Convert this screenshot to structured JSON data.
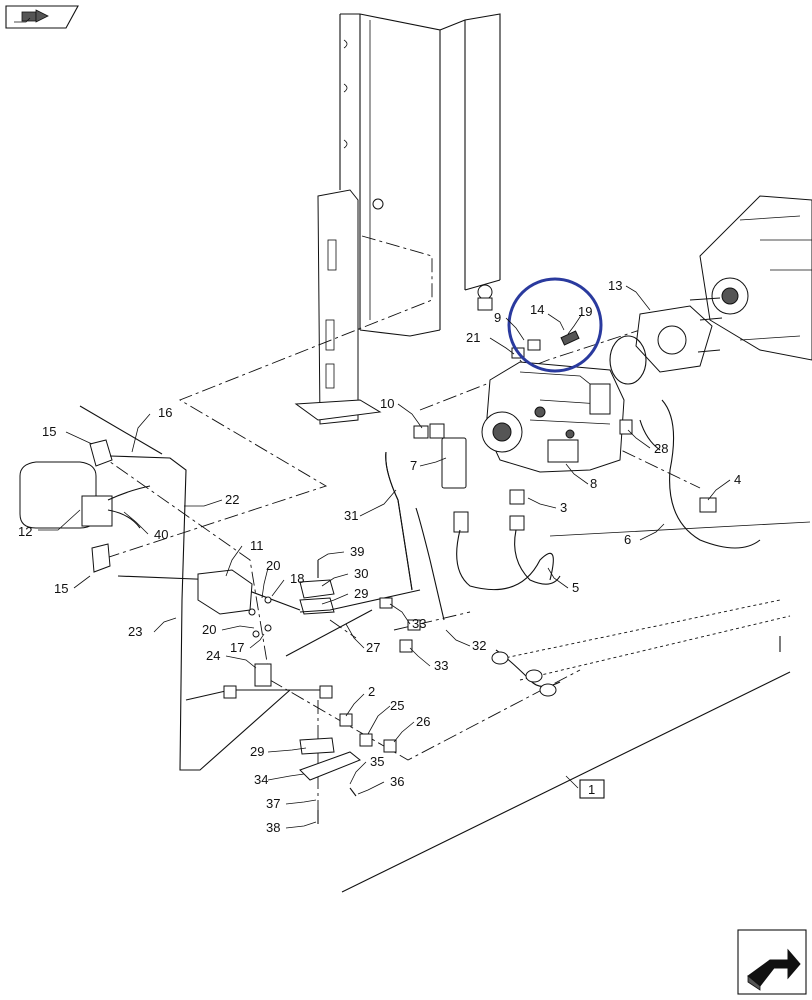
{
  "callouts": [
    "16",
    "15",
    "12",
    "40",
    "22",
    "11",
    "15",
    "20",
    "18",
    "23",
    "20",
    "17",
    "24",
    "39",
    "30",
    "29",
    "27",
    "33",
    "33",
    "32",
    "10",
    "7",
    "31",
    "3",
    "8",
    "5",
    "21",
    "9",
    "14",
    "19",
    "13",
    "28",
    "4",
    "6",
    "2",
    "25",
    "26",
    "29",
    "34",
    "35",
    "36",
    "37",
    "38",
    "1"
  ],
  "highlight_color": "#2a3a9e",
  "icons": {
    "top_left": "forward-nav-icon",
    "bottom_right": "next-page-icon"
  }
}
